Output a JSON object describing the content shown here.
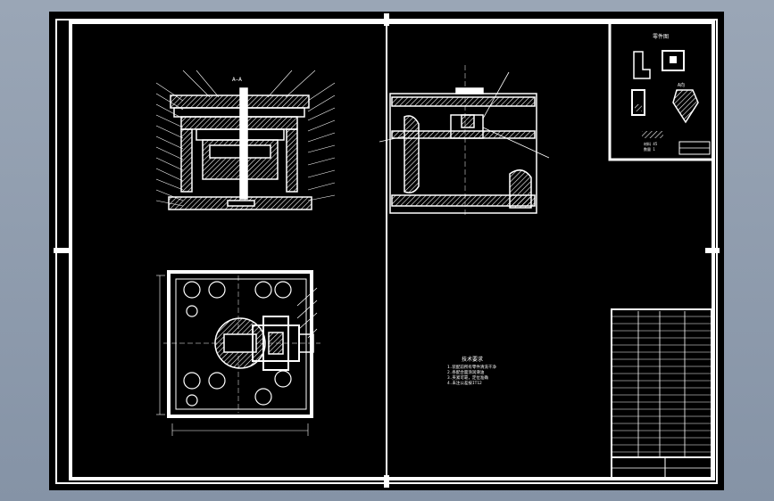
{
  "drawing": {
    "background": "#000000",
    "line_color": "#ffffff",
    "section_label": "A—A",
    "notes_title": "技术要求",
    "notes": [
      "1.装配前所有零件清洗干净",
      "2.各配合面涂润滑油",
      "3.夹紧可靠，定位准确",
      "4.未注公差按IT12"
    ],
    "detail_view_title": "零件图",
    "detail_view_label": "A向",
    "detail_view_notes": [
      "材料 45",
      "数量 1"
    ]
  }
}
